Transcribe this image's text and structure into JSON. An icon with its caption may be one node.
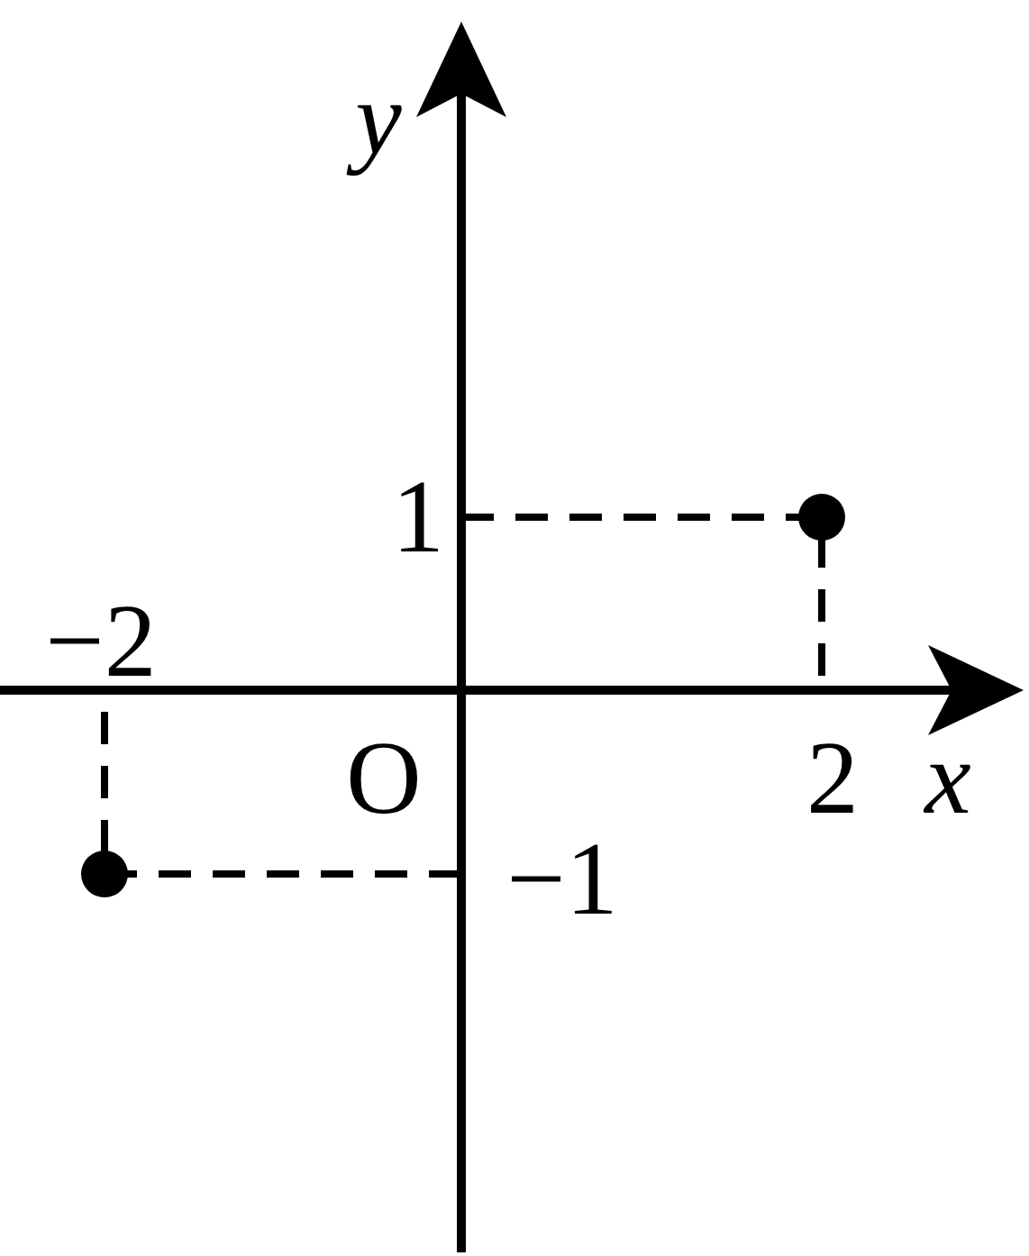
{
  "diagram": {
    "labels": [
      "y",
      "1",
      "−2",
      "O",
      "2",
      "x",
      "−1"
    ]
  }
}
